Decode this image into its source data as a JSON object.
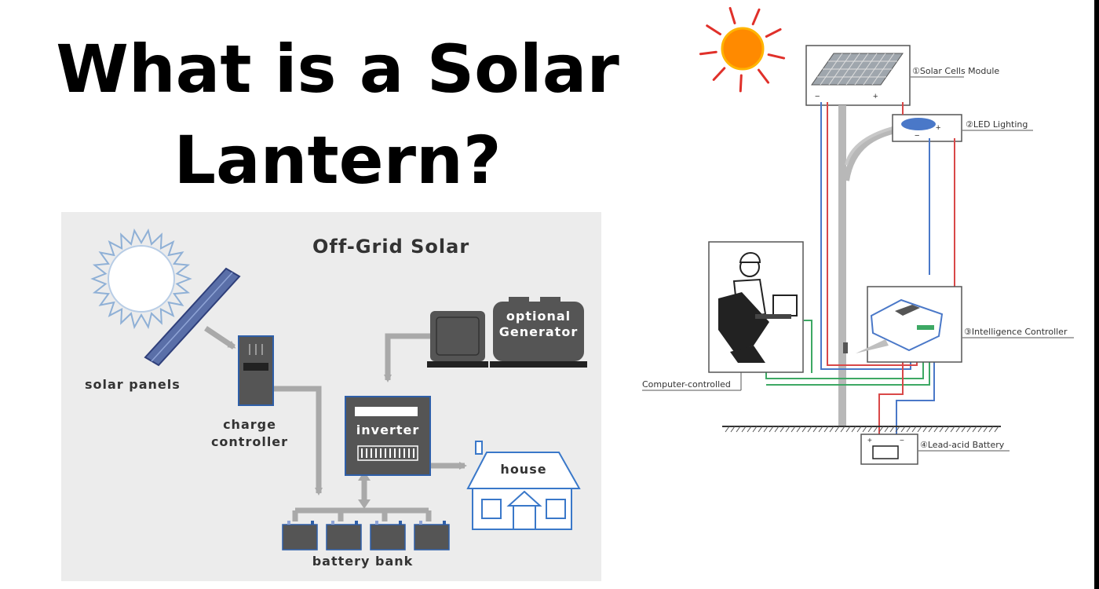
{
  "title": {
    "line1": "What is a Solar",
    "line2": "Lantern?"
  },
  "off_grid": {
    "heading": "Off-Grid Solar",
    "labels": {
      "solar_panels": "solar panels",
      "charge_line1": "charge",
      "charge_line2": "controller",
      "optional_line1": "optional",
      "optional_line2": "Generator",
      "inverter": "inverter",
      "house": "house",
      "battery_bank": "battery bank"
    },
    "colors": {
      "panel_bg": "#ececec",
      "component_fill": "#555555",
      "component_edge": "#2f5fa8",
      "pipe": "#a9a9a9",
      "sun": "#8fb0d6",
      "house": "#3a78c9"
    }
  },
  "street_light": {
    "labels": {
      "solar_module": "①Solar Cells Module",
      "led": "②LED Lighting",
      "controller": "③Intelligence Controller",
      "battery": "④Lead-acid Battery",
      "computer": "Computer-controlled"
    },
    "colors": {
      "sun_core": "#ff8a00",
      "sun_rays": "#e0302a",
      "wire_red": "#d94848",
      "wire_blue": "#4a78c8",
      "wire_green": "#3da864",
      "pole": "#b8b8b8"
    }
  }
}
